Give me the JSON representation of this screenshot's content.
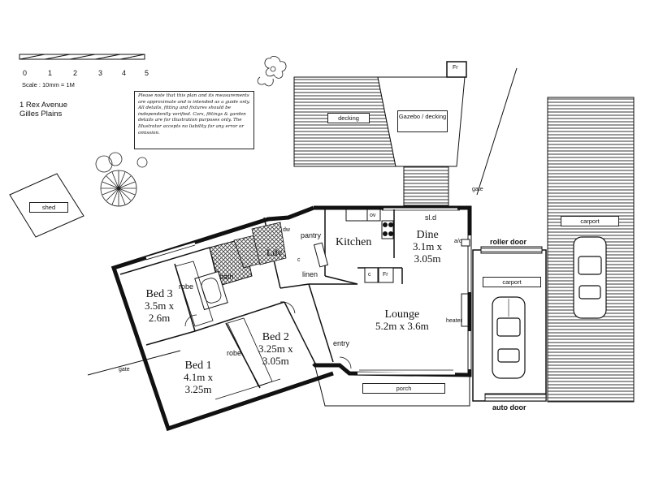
{
  "scale": {
    "ticks": [
      "0",
      "1",
      "2",
      "3",
      "4",
      "5"
    ],
    "caption": "Scale : 10mm = 1M"
  },
  "address": [
    "1 Rex Avenue",
    "Gilles Plains"
  ],
  "disclaimer": "Please note that this plan and its measurements are approximate and is intended as a guide only. All details, fitting and fixtures should be independently verified. Cars, fittings & garden details are for illustration purposes only. The Illustrator accepts no liability for any error or omission.",
  "rooms": {
    "kitchen": {
      "name": "Kitchen"
    },
    "dine": {
      "name": "Dine",
      "dims": "3.1m x",
      "dims2": "3.05m"
    },
    "lounge": {
      "name": "Lounge",
      "dims": "5.2m x 3.6m"
    },
    "bed3": {
      "name": "Bed 3",
      "dims": "3.5m x",
      "dims2": "2.6m"
    },
    "bed2": {
      "name": "Bed 2",
      "dims": "3.25m x",
      "dims2": "3.05m"
    },
    "bed1": {
      "name": "Bed 1",
      "dims": "4.1m x",
      "dims2": "3.25m"
    },
    "laundry": {
      "name": "Ldy"
    }
  },
  "labels": {
    "bath": "bath",
    "robe_bed3": "robe",
    "robe_bed1": "robe",
    "pantry": "pantry",
    "linen": "linen",
    "entry": "entry",
    "porch": "porch",
    "heater": "heater",
    "sld": "sl.d",
    "ac": "a/c",
    "ov": "ov",
    "c1": "c",
    "c2": "c",
    "fr": "Fr",
    "fr_gazebo": "Fr",
    "dw": "dw",
    "gate_top": "gate",
    "gate_left": "gate",
    "roller_door": "roller door",
    "auto_door": "auto door",
    "carport_inner": "carport",
    "carport_outer": "carport",
    "decking": "decking",
    "gazebo": "Gazebo / decking",
    "shed": "shed"
  }
}
